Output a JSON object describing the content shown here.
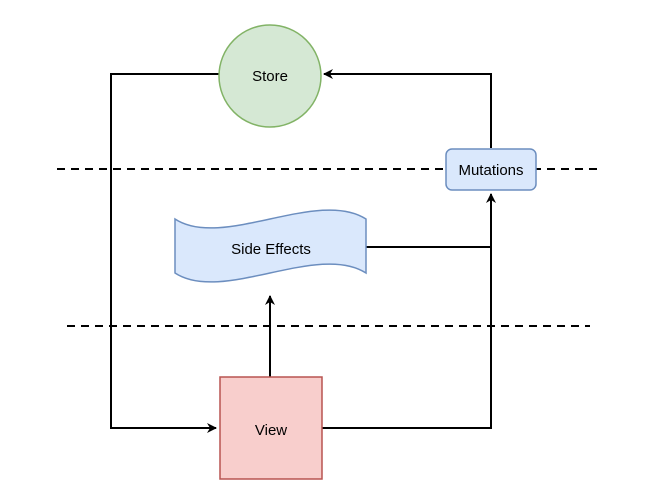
{
  "diagram": {
    "nodes": {
      "store": {
        "label": "Store",
        "shape": "circle",
        "fill": "#d5e8d4",
        "stroke": "#82b366"
      },
      "mutations": {
        "label": "Mutations",
        "shape": "rounded-rectangle",
        "fill": "#dae8fc",
        "stroke": "#6c8ebf"
      },
      "side_effects": {
        "label": "Side Effects",
        "shape": "wave-banner",
        "fill": "#dae8fc",
        "stroke": "#6c8ebf"
      },
      "view": {
        "label": "View",
        "shape": "rectangle",
        "fill": "#f8cecc",
        "stroke": "#b85450"
      }
    },
    "edges": [
      {
        "from": "store",
        "to": "view"
      },
      {
        "from": "mutations",
        "to": "store"
      },
      {
        "from": "side_effects",
        "to": "mutations"
      },
      {
        "from": "view",
        "to": "mutations"
      },
      {
        "from": "view",
        "to": "side_effects"
      }
    ],
    "separators": 2,
    "edge_color": "#000000"
  }
}
